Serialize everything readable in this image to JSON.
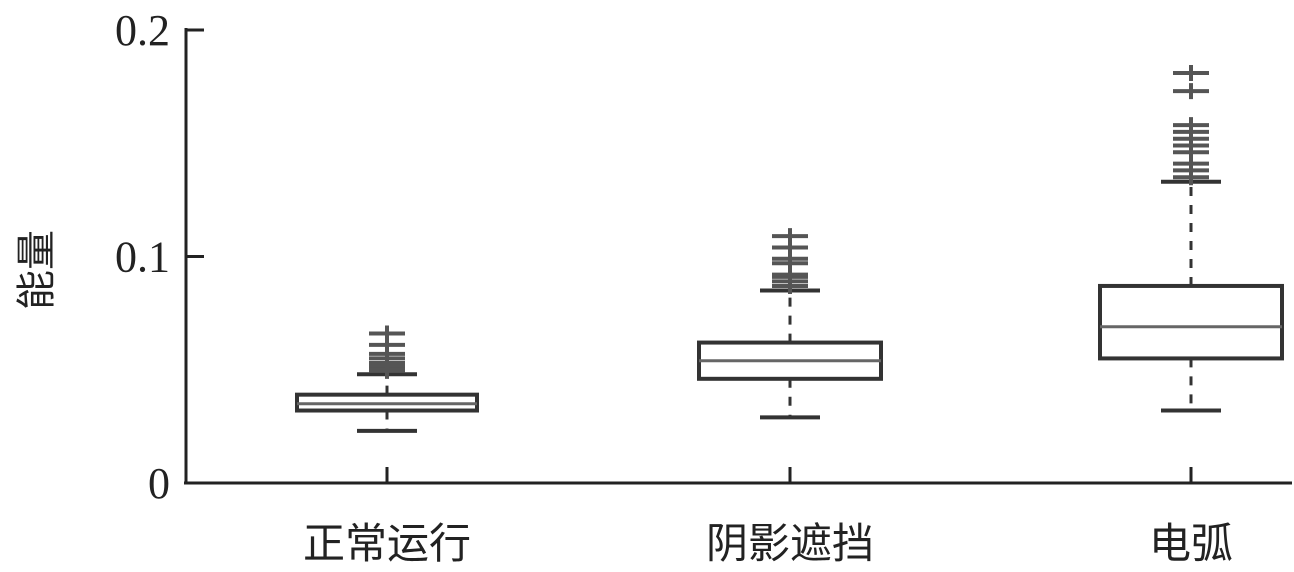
{
  "chart_data": {
    "type": "box",
    "title": "",
    "xlabel": "",
    "ylabel": "能量",
    "ylim": [
      0,
      0.2
    ],
    "yticks": [
      {
        "value": 0,
        "label": "0"
      },
      {
        "value": 0.1,
        "label": "0.1"
      },
      {
        "value": 0.2,
        "label": "0.2"
      }
    ],
    "grid": false,
    "categories": [
      "正常运行",
      "阴影遮挡",
      "电弧"
    ],
    "boxes": [
      {
        "category": "正常运行",
        "whisker_low": 0.023,
        "q1": 0.032,
        "median": 0.035,
        "q3": 0.039,
        "whisker_high": 0.048,
        "outliers": [
          0.0495,
          0.051,
          0.052,
          0.053,
          0.055,
          0.057,
          0.061,
          0.066
        ]
      },
      {
        "category": "阴影遮挡",
        "whisker_low": 0.029,
        "q1": 0.046,
        "median": 0.054,
        "q3": 0.062,
        "whisker_high": 0.085,
        "outliers": [
          0.087,
          0.089,
          0.091,
          0.092,
          0.097,
          0.099,
          0.104,
          0.109
        ]
      },
      {
        "category": "电弧",
        "whisker_low": 0.032,
        "q1": 0.055,
        "median": 0.069,
        "q3": 0.087,
        "whisker_high": 0.133,
        "outliers": [
          0.135,
          0.138,
          0.141,
          0.146,
          0.149,
          0.152,
          0.155,
          0.158,
          0.173,
          0.181
        ]
      }
    ],
    "colors": {
      "box": "#333333",
      "median": "#666666",
      "outlier": "#555555",
      "axis": "#222222"
    }
  }
}
